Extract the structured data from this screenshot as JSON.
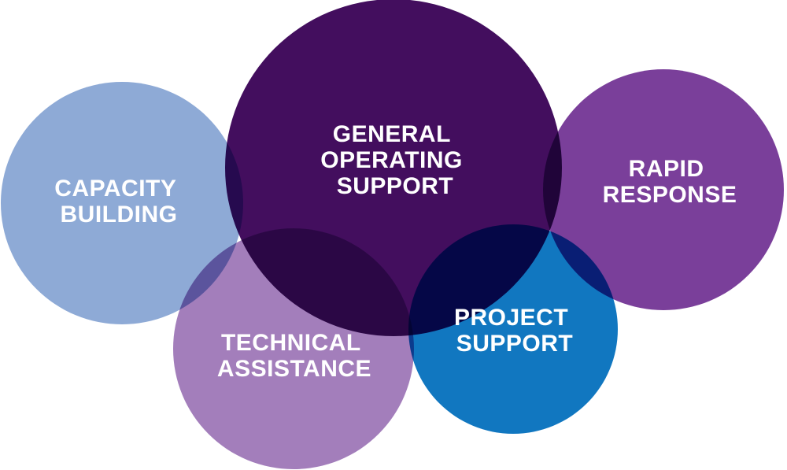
{
  "diagram": {
    "circles": [
      {
        "id": "capacity-building",
        "lines": [
          "CAPACITY",
          "BUILDING"
        ],
        "color": "#8EAAD6"
      },
      {
        "id": "technical-assistance",
        "lines": [
          "TECHNICAL",
          "ASSISTANCE"
        ],
        "color": "#A37EBB"
      },
      {
        "id": "general-operating-support",
        "lines": [
          "GENERAL",
          "OPERATING",
          "SUPPORT"
        ],
        "color": "#430E5E"
      },
      {
        "id": "rapid-response",
        "lines": [
          "RAPID",
          "RESPONSE"
        ],
        "color": "#7A3F9A"
      },
      {
        "id": "project-support",
        "lines": [
          "PROJECT",
          "SUPPORT"
        ],
        "color": "#1177C0"
      }
    ]
  }
}
